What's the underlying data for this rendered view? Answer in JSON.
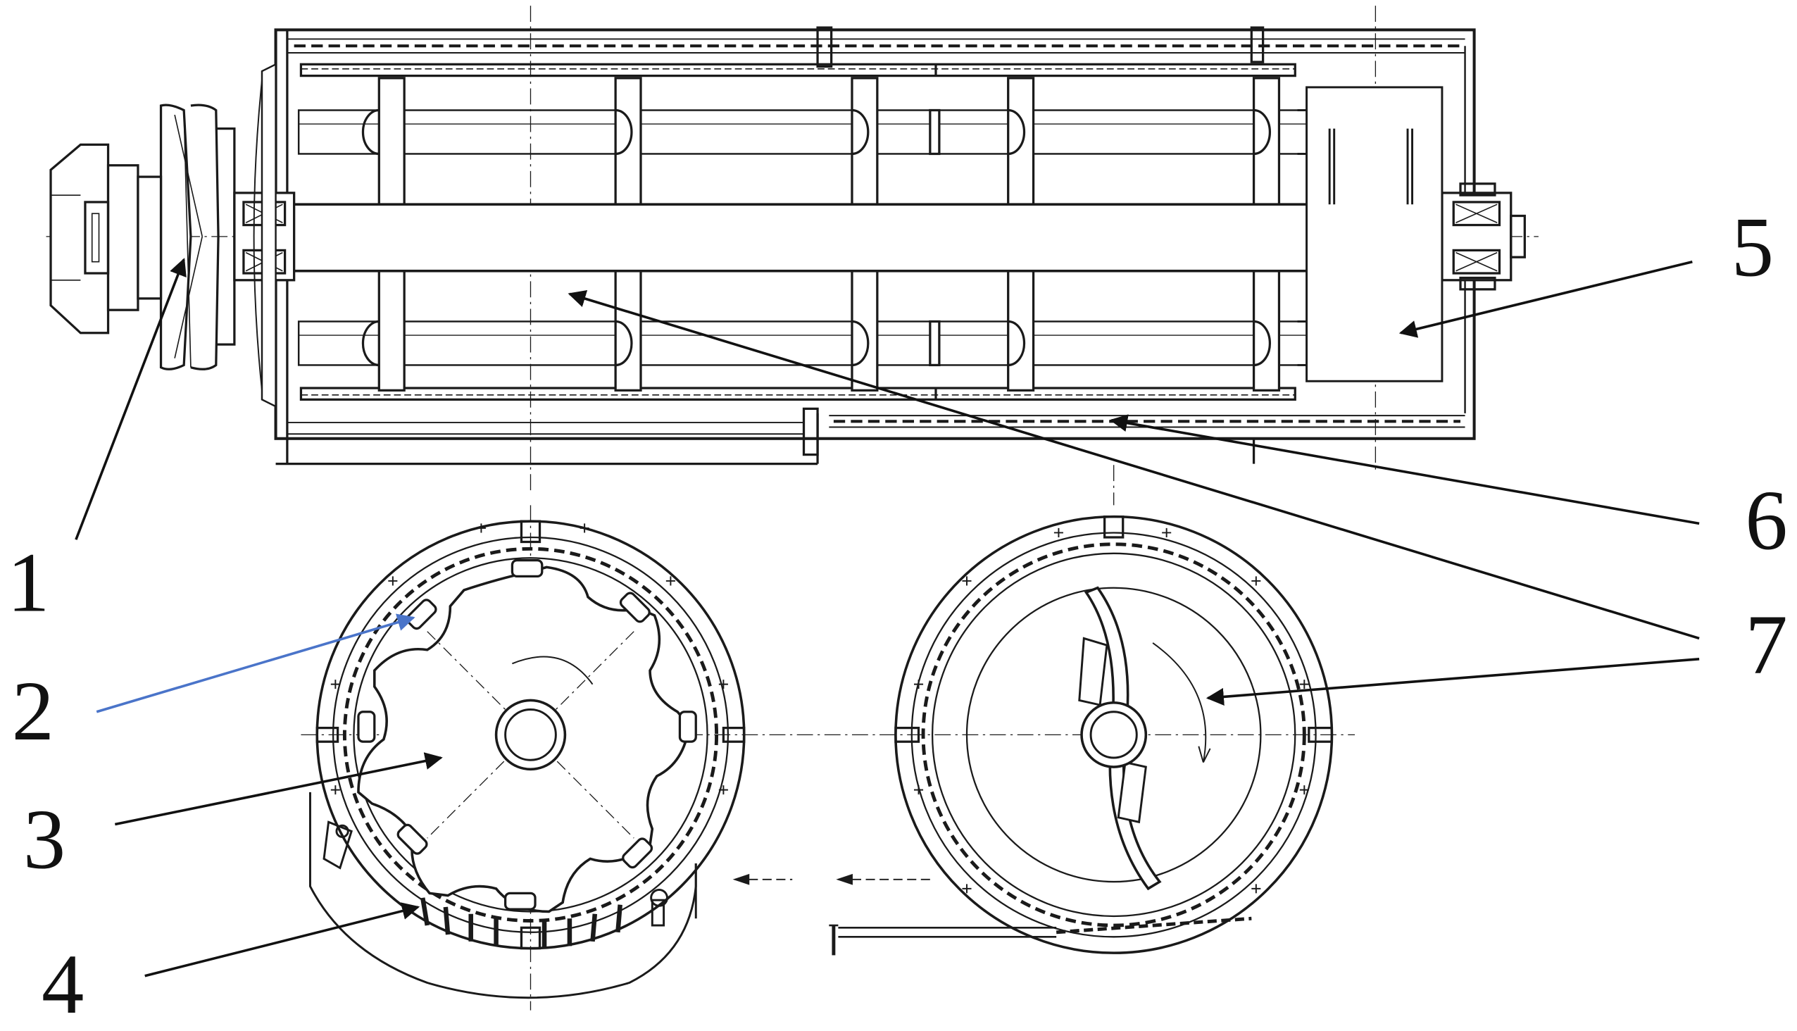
{
  "diagram": {
    "colors": {
      "ink": "#1a1a1a",
      "leader": "#111111",
      "accent_leader": "#4a74c9",
      "background": "#ffffff"
    },
    "labels": [
      {
        "id": "label-1",
        "text": "1"
      },
      {
        "id": "label-2",
        "text": "2"
      },
      {
        "id": "label-3",
        "text": "3"
      },
      {
        "id": "label-4",
        "text": "4"
      },
      {
        "id": "label-5",
        "text": "5"
      },
      {
        "id": "label-6",
        "text": "6"
      },
      {
        "id": "label-7",
        "text": "7"
      }
    ]
  }
}
